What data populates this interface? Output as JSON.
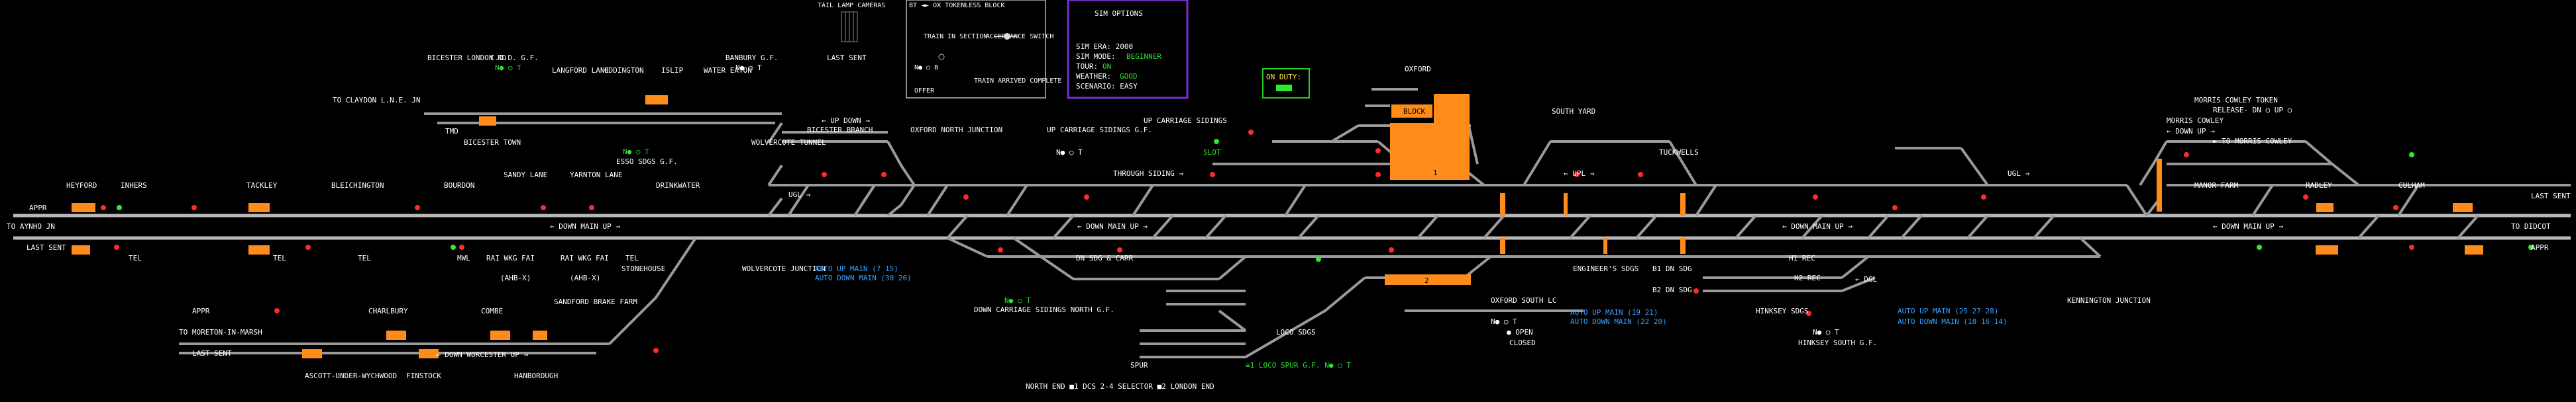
{
  "colors": {
    "background": "#000000",
    "track": "#b8b8b8",
    "occupied": "#ff8c1a",
    "signal_danger": "#ff2a2a",
    "signal_clear": "#2eea2e",
    "info_blue": "#3aa0ff",
    "sim_border": "#7a2fd0",
    "duty_border": "#22cc22"
  },
  "header": {
    "tail_lamp": "TAIL LAMP CAMERAS",
    "tokenless": "BT ◄► OX TOKENLESS BLOCK",
    "train_in_section": "TRAIN IN SECTION",
    "acceptance_switch": "ACCEPTANCE SWITCH",
    "offer": "OFFER",
    "train_arrived": "TRAIN ARRIVED COMPLETE",
    "nr": "N● ○ B",
    "sim_options": {
      "title": "SIM OPTIONS",
      "era": "SIM ERA: 2000",
      "mode_k": "SIM MODE:",
      "mode_v": "BEGINNER",
      "tour_k": "TOUR:",
      "tour_v": "ON",
      "weather_k": "WEATHER:",
      "weather_v": "GOOD",
      "scenario": "SCENARIO: EASY"
    },
    "on_duty": "ON DUTY:"
  },
  "stations": {
    "bicester_london_rd": "BICESTER LONDON RD",
    "cod_gf": "C.O.D. G.F.",
    "nob1": "N● ○ T",
    "langford_lane": "LANGFORD LANE",
    "oddington": "ODDINGTON",
    "islip": "ISLIP",
    "water_eaton": "WATER EATON",
    "banbury_gf": "BANBURY G.F.",
    "nob2": "N● ○ T",
    "last_sent": "LAST SENT",
    "oxford": "OXFORD",
    "south_yard": "SOUTH YARD",
    "morris_cowley": "MORRIS COWLEY",
    "morris_token": "MORRIS COWLEY TOKEN",
    "release": "RELEASE- DN ○ UP ○",
    "to_claydon": "TO CLAYDON L.N.E. JN",
    "tmd": "TMD",
    "bicester_town": "BICESTER TOWN",
    "esso": "ESSO SDGS G.F.",
    "esso_nob": "N● ○ T",
    "wolvercote_tunnel": "WOLVERCOTE TUNNEL",
    "up_bicester": "← UP  DOWN →",
    "bicester_branch": "BICESTER BRANCH",
    "oxford_north_jn": "OXFORD NORTH JUNCTION",
    "up_carriage_gf": "UP CARRIAGE SIDINGS G.F.",
    "nob3": "N● ○ T",
    "up_carriage_sdgs": "UP CARRIAGE SIDINGS",
    "slot": "SLOT",
    "to_morris": "► TO MORRIS COWLEY",
    "morris_up": "← DOWN  UP →",
    "heyford": "HEYFORD",
    "hinksey_wy": "INHERS",
    "tackley": "TACKLEY",
    "bletchington": "BLEICHINGTON",
    "bourdon": "BOURDON",
    "sandy_lane": "SANDY LANE",
    "yarnton_lane": "YARNTON LANE",
    "drinkwater": "DRINKWATER",
    "tuckwells": "TUCKWELLS",
    "manor_farm": "MANOR FARM",
    "radley": "RADLEY",
    "culham": "CULHAM",
    "ugl": "UGL →",
    "ugl2": "UGL →",
    "upl": "← UPL →",
    "through_siding": "THROUGH SIDING →",
    "appr1": "APPR",
    "to_aynho": "TO AYNHO JN",
    "last_sent2": "LAST SENT",
    "down_main_up": "← DOWN MAIN UP →",
    "down_main_up2": "← DOWN MAIN UP →",
    "down_main_up3": "← DOWN MAIN UP →",
    "down_main_up4": "← DOWN MAIN UP →",
    "last_sent3": "LAST SENT",
    "to_didcot": "TO DIDCOT",
    "appr2": "APPR",
    "tel": "TEL",
    "mwl": "MWL",
    "rai": "RAI WKG FAI",
    "rai2": "RAI WKG FAI",
    "ahb": "(AHB-X)",
    "stonehouse": "STONEHOUSE",
    "wolvercote_jn": "WOLVERCOTE JUNCTION",
    "auto_up_main": "AUTO UP MAIN (7 15)",
    "auto_down_main": "AUTO DOWN MAIN (30 26)",
    "dn_sdg": "DN SDG & CARR",
    "down_carriage": "DOWN CARRIAGE SIDINGS NORTH G.F.",
    "nob4": "N● ○ T",
    "engineers": "ENGINEER'S SDGS",
    "oxford_south_lc": "OXFORD SOUTH LC",
    "nob5": "N● ○ T",
    "open": "● OPEN",
    "closed": "CLOSED",
    "auto_up_main2": "AUTO UP MAIN (19 21)",
    "auto_down_main2": "AUTO DOWN MAIN (22 20)",
    "b1_dn_sdg": "B1 DN SDG",
    "b2_dn_sdg": "B2 DN SDG",
    "h1rec": "H1 REC",
    "h2rec": "H2 REC",
    "dgl": "← DGL",
    "hinksey_sdgs": "HINKSEY SDGS",
    "hinksey_south": "HINKSEY SOUTH G.F.",
    "nob6": "N● ○ T",
    "auto_up_main3": "AUTO UP MAIN (25 27 28)",
    "auto_down_main3": "AUTO DOWN MAIN (18 16 14)",
    "kennington": "KENNINGTON JUNCTION",
    "to_moreton": "TO MORETON-IN-MARSH",
    "appr3": "APPR",
    "last_sent4": "LAST SENT",
    "charlbury": "CHARLBURY",
    "combe": "COMBE",
    "sandford": "SANDFORD BRAKE FARM",
    "down_worcester": "← DOWN WORCESTER UP →",
    "ascott": "ASCOTT-UNDER-WYCHWOOD",
    "finstock": "FINSTOCK",
    "hanborough": "HANBOROUGH",
    "loco_sdgs": "LOCO SDGS",
    "spur": "SPUR",
    "loco_spur_gf": "≡1 LOCO SPUR G.F. N● ○ T",
    "block": "BLOCK",
    "p1": "1",
    "p2": "2",
    "footer": "NORTH END ■1 DCS 2-4 SELECTOR ■2 LONDON END"
  }
}
